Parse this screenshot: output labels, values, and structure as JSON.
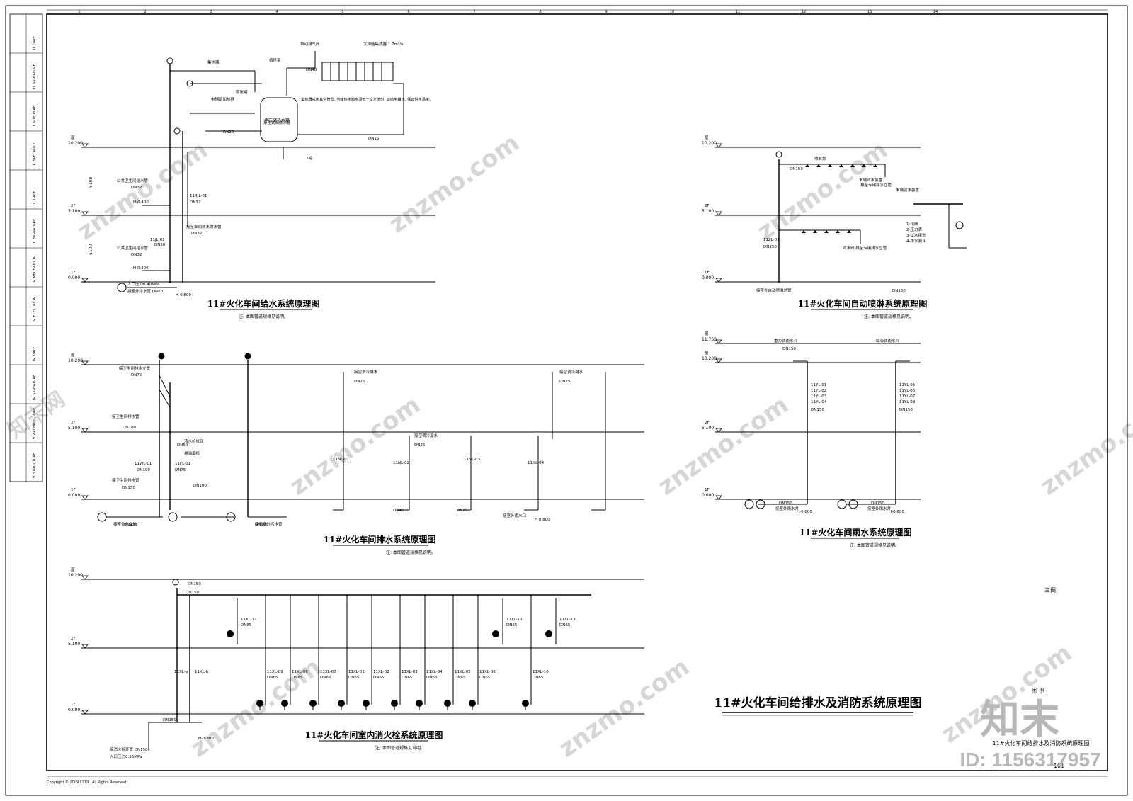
{
  "sheet": {
    "main_title": "11#火化车间给排水及消防系统原理图",
    "title_block_name": "11#火化车间给排水及消防系统原理图",
    "drawing_no": "-101",
    "note_mark": "三调",
    "revision_label": "图 例",
    "footer": "Copyright © 2009 CCDI . All Rights Reserved",
    "grid_numbers": [
      "1",
      "2",
      "3",
      "4",
      "5",
      "6",
      "7",
      "8",
      "9",
      "10",
      "11",
      "12",
      "13",
      "14"
    ],
    "side_labels": [
      "II. DATE",
      "II. SIGNATURE",
      "II. SITE PLAN",
      "III. SPECIALTY",
      "III. DATE",
      "III. SIGNATURE",
      "IV. MECHANICAL",
      "IV. ELECTRICAL",
      "IV. DATE",
      "IV. SIGNATURE",
      "V. ARCHITECTURE",
      "V. STRUCTURE"
    ]
  },
  "watermark": {
    "brand": "知末",
    "id": "ID: 1156317957",
    "site": "znzmo.com",
    "site_cn": "知末网"
  },
  "diagrams": {
    "water_supply": {
      "title": "11#火化车间给水系统原理图",
      "note": "注: 本图管道规格见说明。",
      "levels": [
        {
          "name": "屋",
          "elev": "10.200"
        },
        {
          "name": "2F",
          "elev": "5.100"
        },
        {
          "name": "1F",
          "elev": "0.000"
        }
      ],
      "heights": [
        "5100",
        "5100"
      ],
      "labels": [
        "公共卫生间给水管",
        "DN32",
        "公共卫生间给水管",
        "DN32",
        "H-0.400",
        "H 0.400",
        "11JL-01",
        "DN50",
        "11RJL-01",
        "DN32",
        "接至车间热水供水管",
        "DN32",
        "入口压力0.40MPa",
        "接室外给水管 DN50",
        "H-0.800",
        "集热器",
        "太阳能集热器 1.7m²/a",
        "承压式储热水箱",
        "2吨",
        "电辅助加热器",
        "循环泵",
        "自动排气阀",
        "膨胀罐",
        "DN40",
        "DN20",
        "DN15"
      ],
      "tank_label": "承压储热水箱",
      "spec_text": "集热器采用真空管型, 当储热水箱水温低于设定值时, 启动电辅热, 保证供水温度。"
    },
    "sprinkler": {
      "title": "11#火化车间自动喷淋系统原理图",
      "note": "注: 本图管道规格见说明。",
      "levels": [
        {
          "name": "屋",
          "elev": "10.200"
        },
        {
          "name": "2F",
          "elev": "5.100"
        },
        {
          "name": "1F",
          "elev": "0.000"
        }
      ],
      "labels": [
        "DN150",
        "11ZL-01",
        "DN150",
        "末端试水装置",
        "排至专用排水立管",
        "试水阀 排至专用排水立管",
        "接室外自动喷淋总管",
        "DN150",
        "喷淋泵",
        "末端试水装置",
        "1-球阀",
        "2-压力表",
        "3-试水接头",
        "4-排水漏斗"
      ]
    },
    "drainage": {
      "title": "11#火化车间排水系统原理图",
      "note": "注: 本图管道规格见说明。",
      "levels": [
        {
          "name": "屋",
          "elev": "10.200"
        },
        {
          "name": "2F",
          "elev": "5.100"
        },
        {
          "name": "1F",
          "elev": "0.000"
        }
      ],
      "labels": [
        "接卫生间排水立管",
        "DN75",
        "接卫生间排水管",
        "DN100",
        "接卫生间排水管",
        "DN150",
        "11WL-01",
        "DN100",
        "11FL-01",
        "DN75",
        "清水检修阀",
        "DN50",
        "排油烟机",
        "DN100",
        "接室外化粪池",
        "DN150",
        "接空调冷凝水",
        "DN25",
        "接空调冷凝水",
        "DN25",
        "接空调冷凝水",
        "DN25",
        "接至室外污水管",
        "DN100",
        "接室外雨水口",
        "DN25",
        "DN40",
        "H 0.800",
        "11NL-01",
        "11NL-02",
        "11NL-03",
        "11NL-04"
      ]
    },
    "rain": {
      "title": "11#火化车间雨水系统原理图",
      "note": "注: 本图管道规格见说明。",
      "levels": [
        {
          "name": "屋",
          "elev": "11.750"
        },
        {
          "name": "屋",
          "elev": "10.200"
        },
        {
          "name": "2F",
          "elev": "5.100"
        },
        {
          "name": "1F",
          "elev": "0.000"
        }
      ],
      "labels": [
        "重力式雨水斗",
        "DN150",
        "11YL-01",
        "11YL-02",
        "11YL-03",
        "11YL-04",
        "DN150",
        "虹吸式雨水斗",
        "11YL-05",
        "11YL-06",
        "11YL-07",
        "11YL-08",
        "DN150",
        "接室外雨水井",
        "DN150",
        "H-0.800",
        "接室外雨水井",
        "DN150",
        "H-0.800"
      ]
    },
    "hydrant": {
      "title": "11#火化车间室内消火栓系统原理图",
      "note": "注: 本图管道规格见说明。",
      "levels": [
        {
          "name": "屋",
          "elev": "10.200"
        },
        {
          "name": "2F",
          "elev": "5.100"
        },
        {
          "name": "1F",
          "elev": "0.000"
        }
      ],
      "labels": [
        "DN150",
        "DN150",
        "11XL-a",
        "11XL-b",
        "DN150",
        "接消火栓环管 DN150",
        "入口压力0.55MPa",
        "H-0.800",
        "11XL-11",
        "DN65",
        "11XL-12",
        "DN65",
        "11XL-13",
        "DN65"
      ],
      "riser_labels": [
        "11XL-09",
        "11XL-08",
        "11XL-07",
        "11XL-01",
        "11XL-02",
        "11XL-03",
        "11XL-04",
        "11XL-05",
        "11XL-06",
        "11XL-10"
      ],
      "riser_dn": "DN65"
    }
  }
}
